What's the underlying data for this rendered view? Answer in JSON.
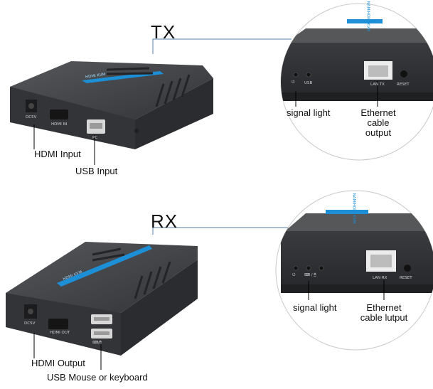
{
  "tx": {
    "title": "TX",
    "device_brand": "HDMI KVM",
    "side_text": "NAMIHDMI KVM",
    "ports": {
      "dc": "DC5V",
      "hdmi": "HDMI IN",
      "usb": "PC"
    },
    "panel_ports": {
      "signal": "",
      "usb": "USB",
      "lan": "LAN TX",
      "reset": "RESET"
    },
    "callouts": {
      "hdmi": "HDMI Input",
      "usb": "USB Input",
      "signal": "signal light",
      "ethernet_1": "Ethernet",
      "ethernet_2": "cable output"
    }
  },
  "rx": {
    "title": "RX",
    "device_brand": "HDMI KVM",
    "side_text": "NAMIHDMI KVM",
    "ports": {
      "dc": "DC5V",
      "hdmi": "HDMI OUT"
    },
    "panel_ports": {
      "lan": "LAN RX",
      "reset": "RESET"
    },
    "callouts": {
      "hdmi": "HDMI Output",
      "usb": "USB Mouse or keyboard",
      "signal": "signal light",
      "ethernet_1": "Ethernet",
      "ethernet_2": "cable lutput"
    }
  },
  "colors": {
    "device": "#3c3d40",
    "accent": "#1c8fd6",
    "line": "#5a7fa6"
  }
}
